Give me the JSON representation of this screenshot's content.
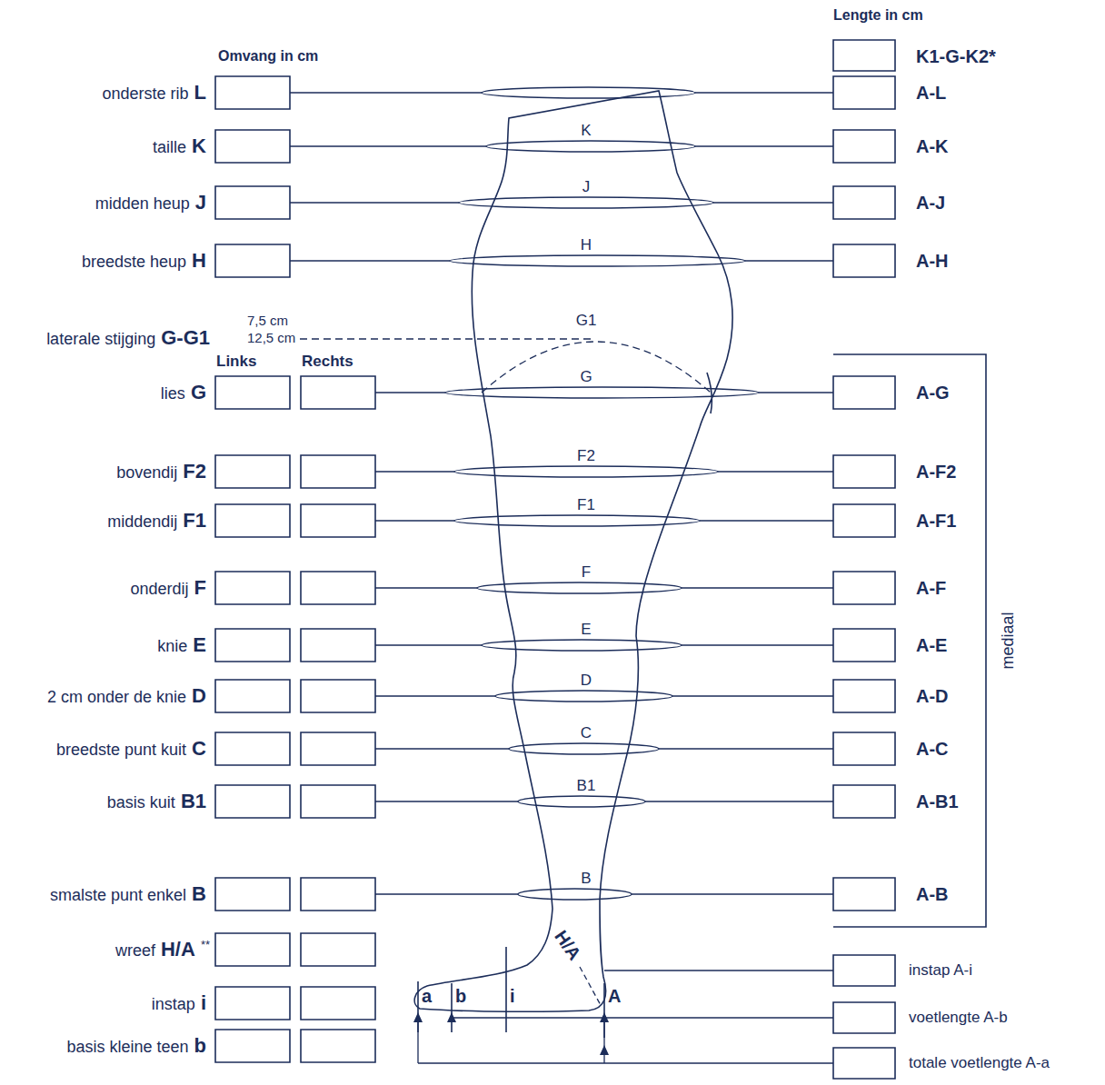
{
  "diagram": {
    "labels": [
      "Lengte in cm",
      "K1-G-K2*",
      "Omvang in cm",
      "onderste rib",
      "L",
      "A-L",
      "taille",
      "K",
      "K",
      "A-K",
      "midden heup",
      "J",
      "J",
      "A-J",
      "breedste heup",
      "H",
      "H",
      "A-H",
      "laterale stijging",
      "G-G1",
      "7,5 cm",
      "12,5 cm",
      "G1",
      "Links",
      "Rechts",
      "lies",
      "G",
      "G",
      "A-G",
      "bovendij",
      "F2",
      "F2",
      "A-F2",
      "middendij",
      "F1",
      "F1",
      "A-F1",
      "onderdij",
      "F",
      "F",
      "A-F",
      "knie",
      "E",
      "E",
      "A-E",
      "2 cm onder de knie",
      "D",
      "D",
      "A-D",
      "breedste punt kuit",
      "C",
      "C",
      "A-C",
      "basis kuit",
      "B1",
      "B1",
      "A-B1",
      "smalste punt enkel",
      "B",
      "B",
      "A-B",
      "mediaal",
      "wreef",
      "H/A",
      "**",
      "H/A",
      "a",
      "b",
      "i",
      "A",
      "instap A-i",
      "instap",
      "i",
      "voetlengte A-b",
      "basis kleine teen",
      "b",
      "totale voetlengte A-a"
    ]
  }
}
